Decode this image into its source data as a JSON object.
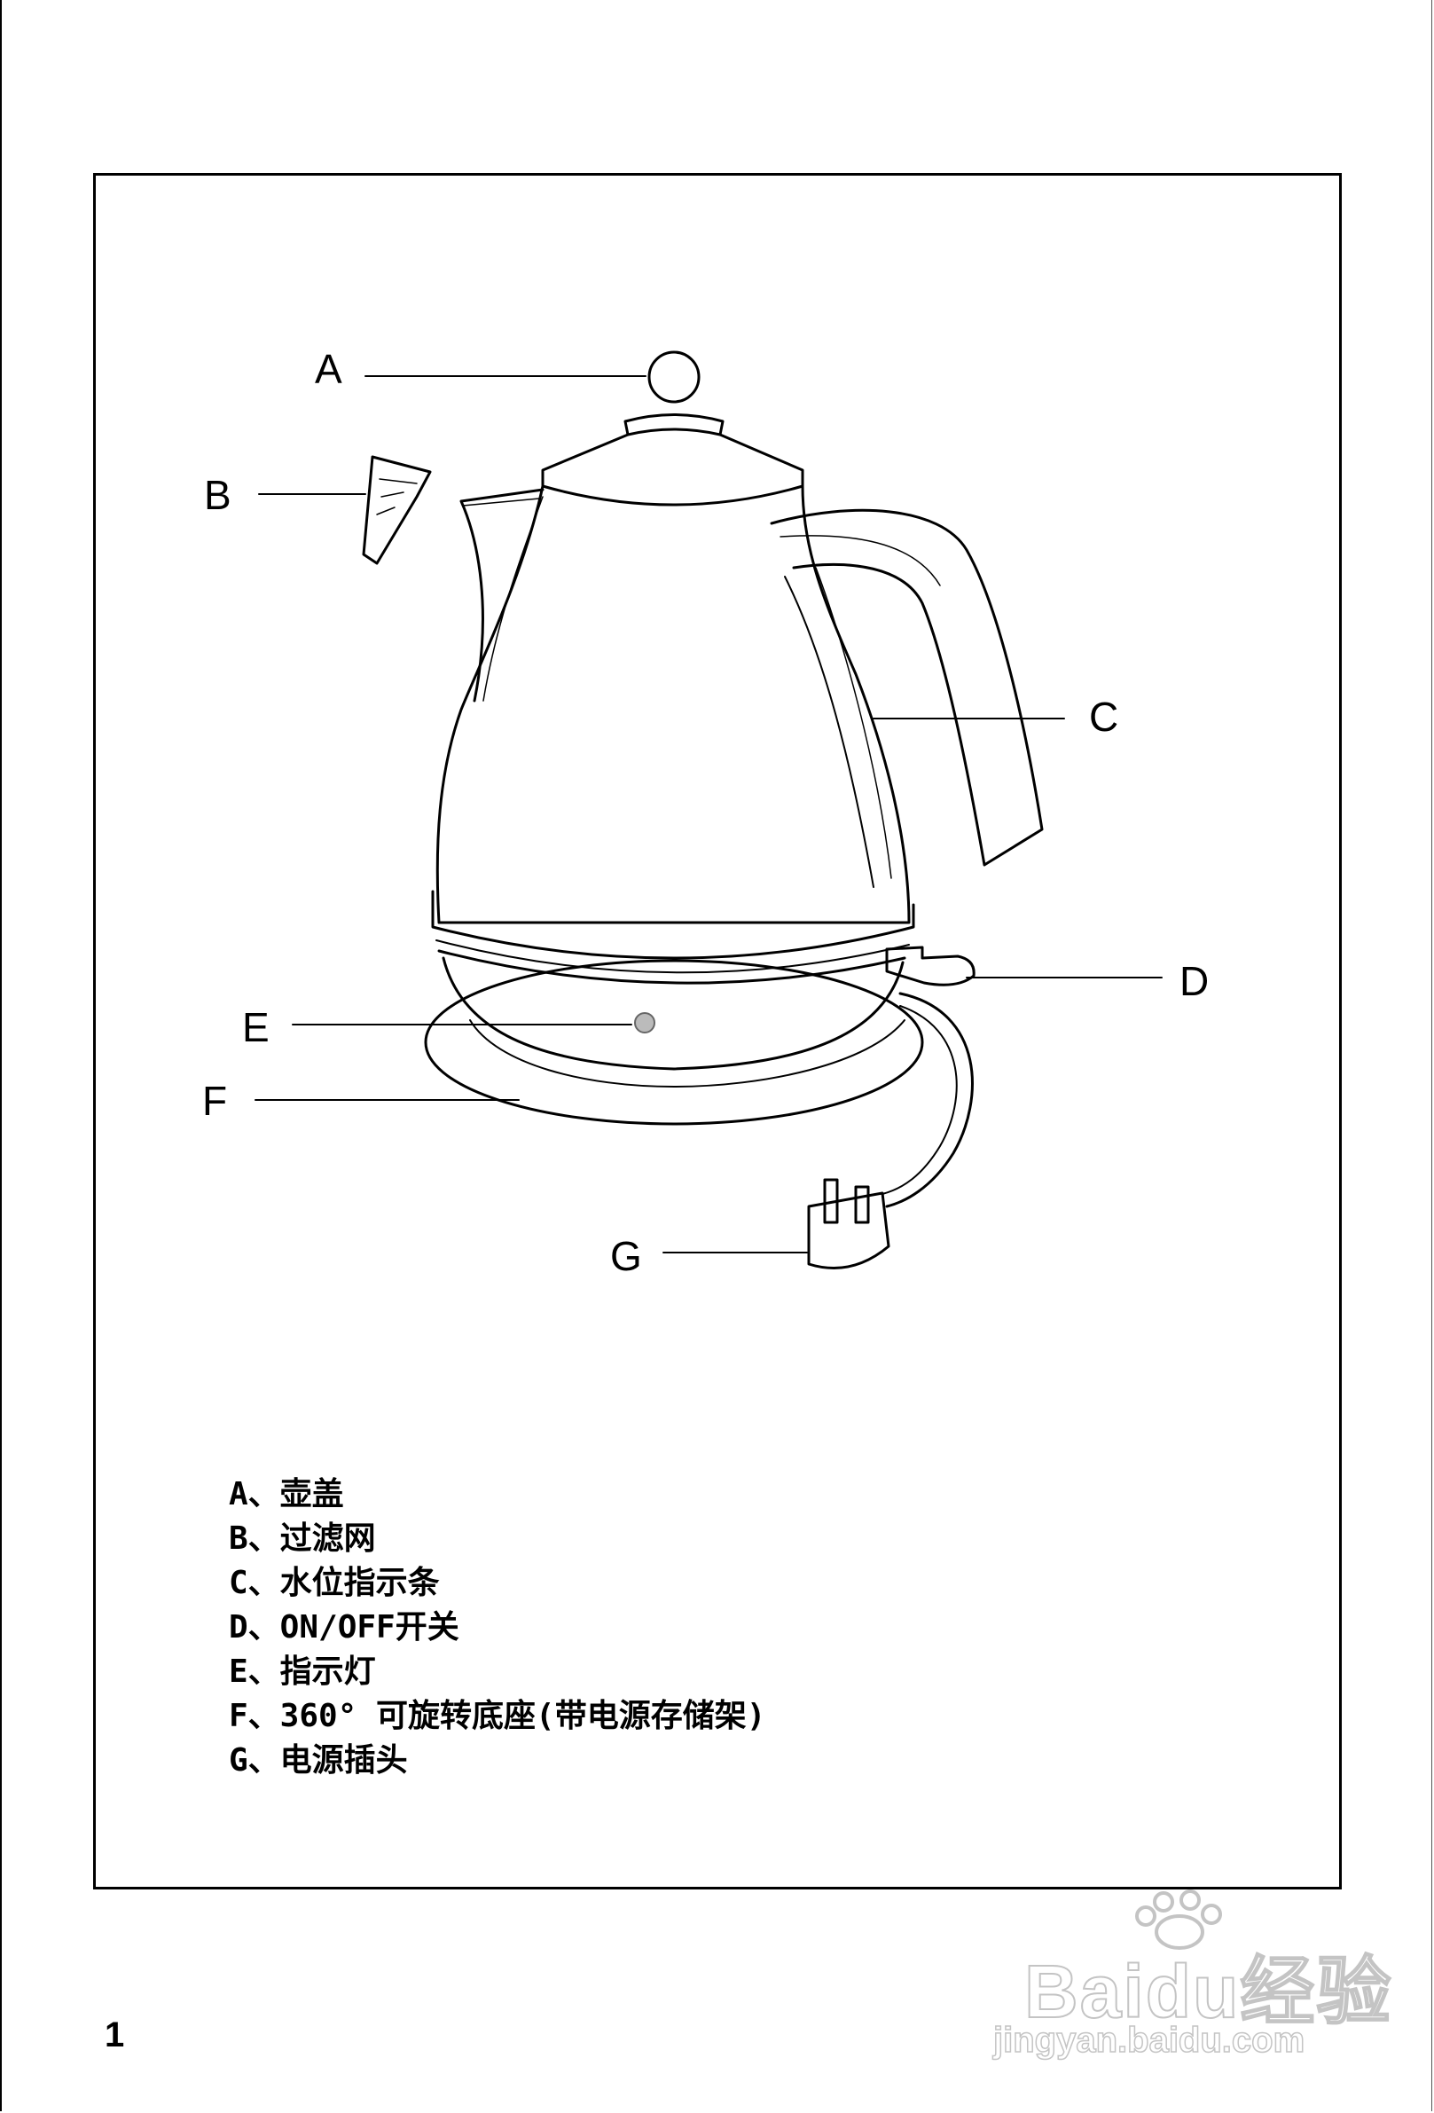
{
  "callouts": {
    "a": "A",
    "b": "B",
    "c": "C",
    "d": "D",
    "e": "E",
    "f": "F",
    "g": "G"
  },
  "legend": [
    {
      "text": "A、壶盖"
    },
    {
      "text": "B、过滤网"
    },
    {
      "text": "C、水位指示条"
    },
    {
      "text": "D、ON/OFF开关"
    },
    {
      "text": "E、指示灯"
    },
    {
      "text": "F、360° 可旋转底座(带电源存储架)"
    },
    {
      "text": "G、电源插头"
    }
  ],
  "page_number": "1",
  "watermark": {
    "logo": "Baidu经验",
    "url": "jingyan.baidu.com"
  }
}
